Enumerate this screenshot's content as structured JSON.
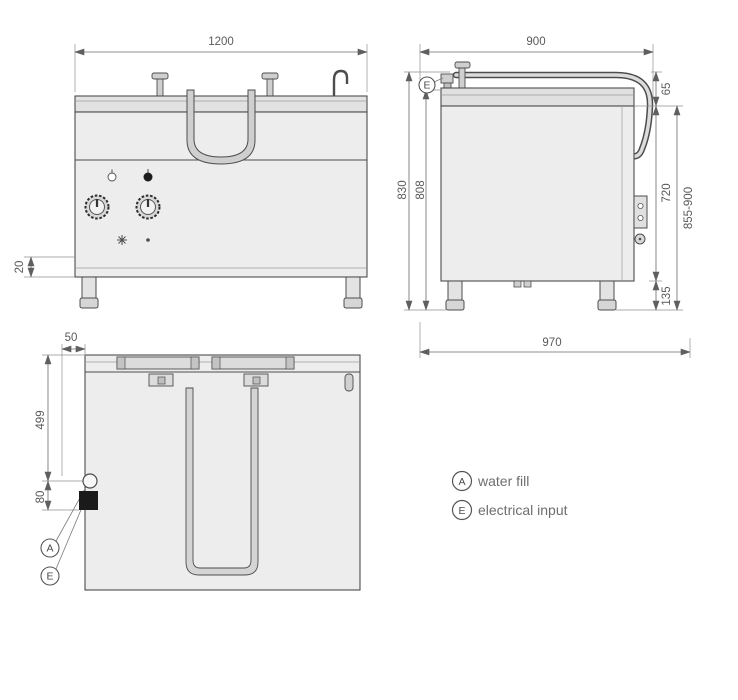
{
  "drawing": {
    "front_view": {
      "dim_width": "1200",
      "dim_base_height": "20"
    },
    "side_view": {
      "dim_depth_top": "900",
      "dim_height_total": "830",
      "dim_height_body": "808",
      "dim_lid_stack": "65",
      "dim_body_front": "720",
      "dim_work_height_range": "855-900",
      "dim_leg_height": "135",
      "dim_depth_bottom": "970",
      "electrical_label": "E"
    },
    "top_view": {
      "dim_side_offset": "50",
      "dim_water_fill_depth": "499",
      "dim_connection_spacing": "80",
      "water_fill_label": "A",
      "electrical_label": "E"
    }
  },
  "legend": {
    "items": [
      {
        "symbol": "A",
        "label": "water fill"
      },
      {
        "symbol": "E",
        "label": "electrical input"
      }
    ]
  },
  "colors": {
    "outline": "#4d4d4d",
    "dimension_line": "#6a6a6a",
    "dimension_text": "#5a5a5a",
    "panel_fill": "#ededed",
    "electrical_marker_fill": "#1a1a1a"
  }
}
